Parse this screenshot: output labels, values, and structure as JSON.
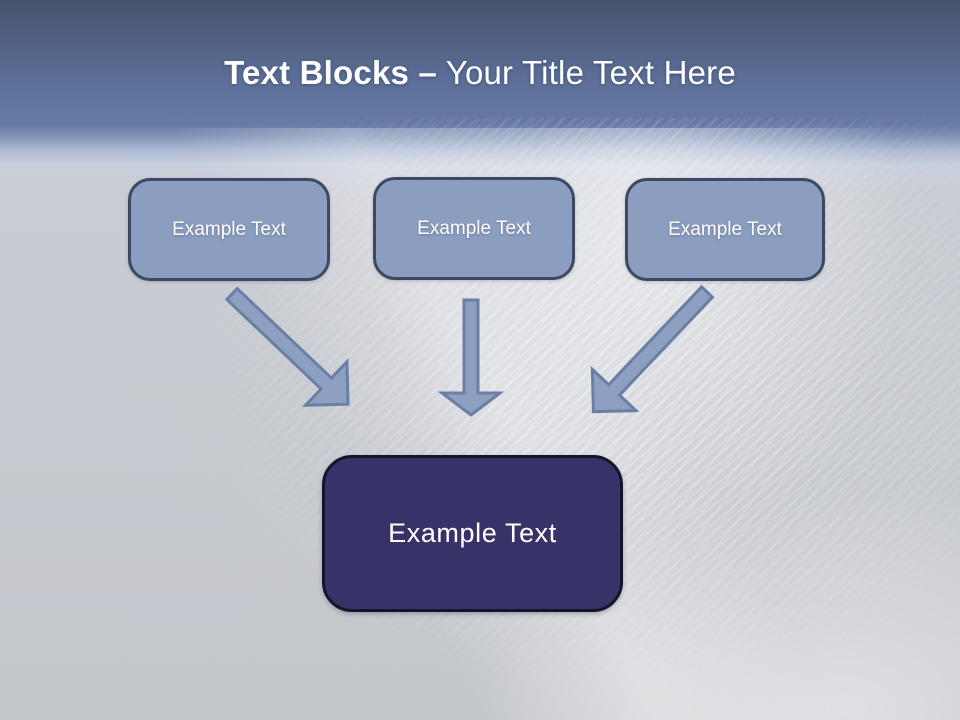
{
  "title": {
    "bold": "Text Blocks –",
    "regular": " Your Title Text Here"
  },
  "blocks": [
    {
      "label": "Example Text"
    },
    {
      "label": "Example Text"
    },
    {
      "label": "Example Text"
    }
  ],
  "center_block": {
    "label": "Example Text"
  },
  "arrows": [
    {
      "name": "arrow-down-right",
      "direction": "down-right"
    },
    {
      "name": "arrow-down",
      "direction": "down"
    },
    {
      "name": "arrow-down-left",
      "direction": "down-left"
    }
  ],
  "colors": {
    "header_top": "#47536e",
    "header_blue": "#6679a4",
    "background_silver": "#c6c9ce",
    "block_fill": "#8c9ec0",
    "block_border": "#3d4963",
    "center_fill": "#373369",
    "center_border": "#15152a",
    "arrow_fill": "#8da0c2",
    "arrow_stroke": "#6b7fa4",
    "title_color": "#ffffff"
  }
}
